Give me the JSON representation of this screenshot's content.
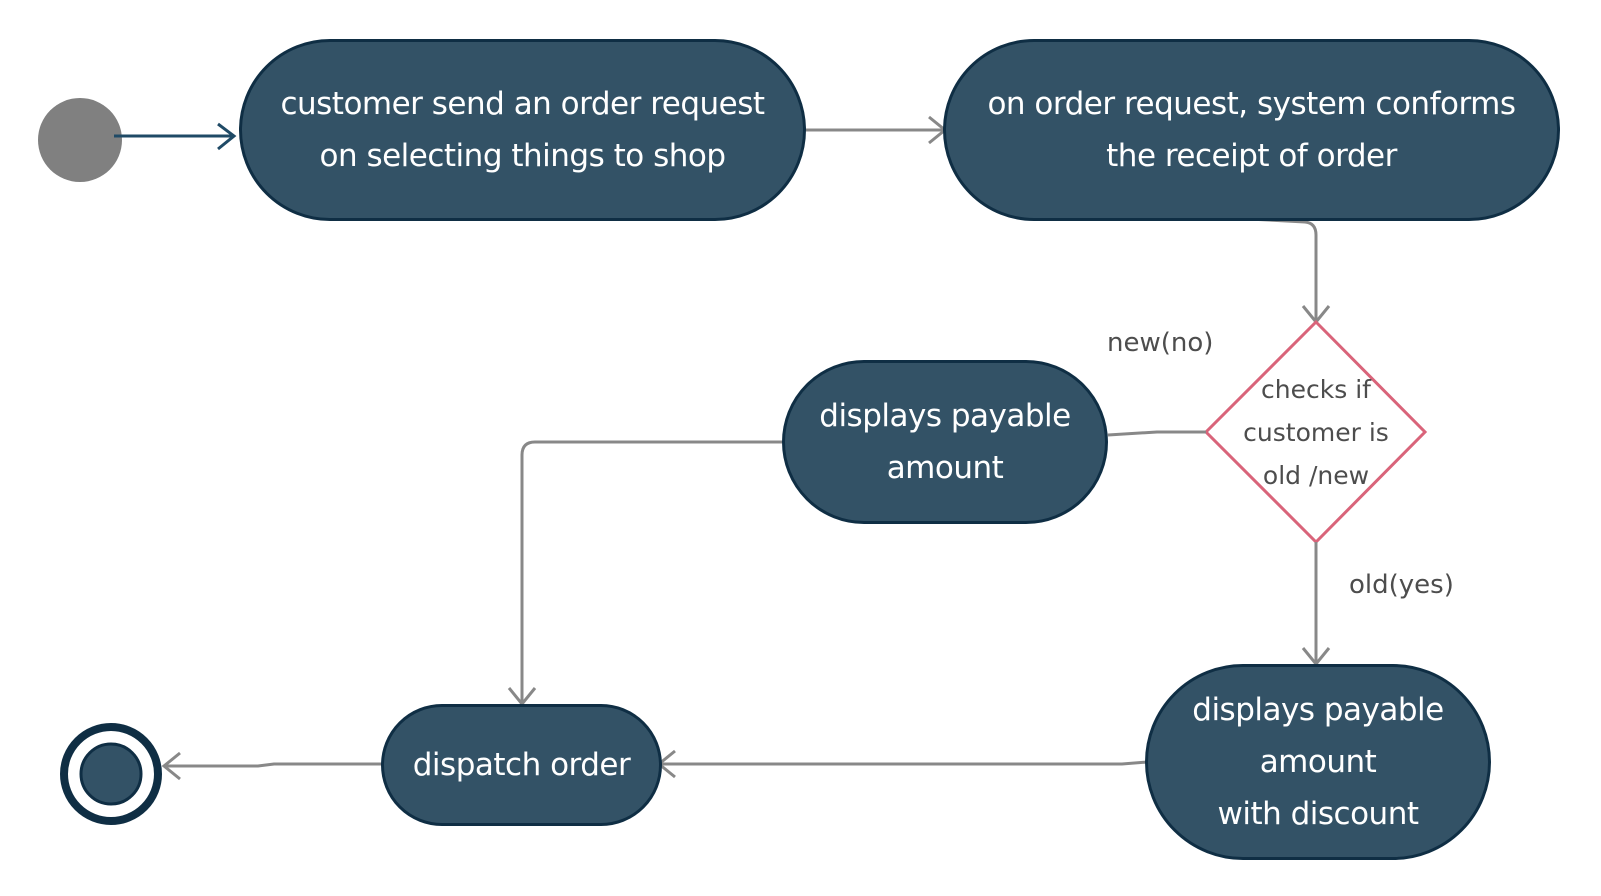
{
  "colors": {
    "node_fill": "#335266",
    "node_border": "#0f2e44",
    "edge": "#888888",
    "start_edge": "#1f4a66",
    "decision_border": "#d9647a",
    "start_fill": "#808080",
    "label_text": "#4d4d4d"
  },
  "nodes": {
    "start": {
      "kind": "initial-node"
    },
    "order_request": {
      "label": "customer send an order request\non selecting things to shop"
    },
    "confirm_receipt": {
      "label": "on order request, system conforms\nthe receipt of order"
    },
    "decision": {
      "label": "checks if\ncustomer is\nold /new"
    },
    "payable_amount": {
      "label": "displays payable\namount"
    },
    "payable_discount": {
      "label": "displays payable\namount\n with discount"
    },
    "dispatch": {
      "label": "dispatch order"
    },
    "end": {
      "kind": "final-node"
    }
  },
  "edges": {
    "new_label": "new(no)",
    "old_label": "old(yes)"
  }
}
